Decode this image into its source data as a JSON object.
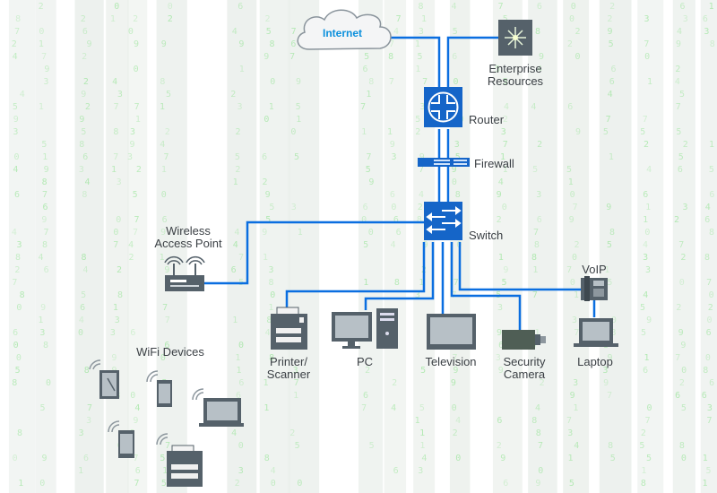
{
  "title": "Home / Small Office Network Diagram",
  "colors": {
    "link": "#0a6ee0",
    "device_blue": "#1565c8",
    "device_gray": "#55616a",
    "label": "#3a3f44",
    "internet_label": "#0a8fdc",
    "background_code": "#7fe07f"
  },
  "nodes": {
    "internet": {
      "label": "Internet",
      "icon": "cloud-icon"
    },
    "enterprise": {
      "label_line1": "Enterprise",
      "label_line2": "Resources",
      "icon": "server-star-icon"
    },
    "router": {
      "label": "Router",
      "icon": "router-icon"
    },
    "firewall": {
      "label": "Firewall",
      "icon": "firewall-icon"
    },
    "switch": {
      "label": "Switch",
      "icon": "switch-icon"
    },
    "wap": {
      "label_line1": "Wireless",
      "label_line2": "Access Point",
      "icon": "wireless-router-icon"
    },
    "printer": {
      "label_line1": "Printer/",
      "label_line2": "Scanner",
      "icon": "printer-icon"
    },
    "pc": {
      "label": "PC",
      "icon": "desktop-pc-icon"
    },
    "tv": {
      "label": "Television",
      "icon": "television-icon"
    },
    "camera": {
      "label_line1": "Security",
      "label_line2": "Camera",
      "icon": "security-camera-icon"
    },
    "voip": {
      "label": "VoIP",
      "icon": "voip-phone-icon"
    },
    "laptop": {
      "label": "Laptop",
      "icon": "laptop-icon"
    },
    "wifi_devices": {
      "label": "WiFi Devices",
      "devices": [
        "tablet",
        "smartphone",
        "laptop",
        "phone",
        "printer"
      ]
    }
  }
}
